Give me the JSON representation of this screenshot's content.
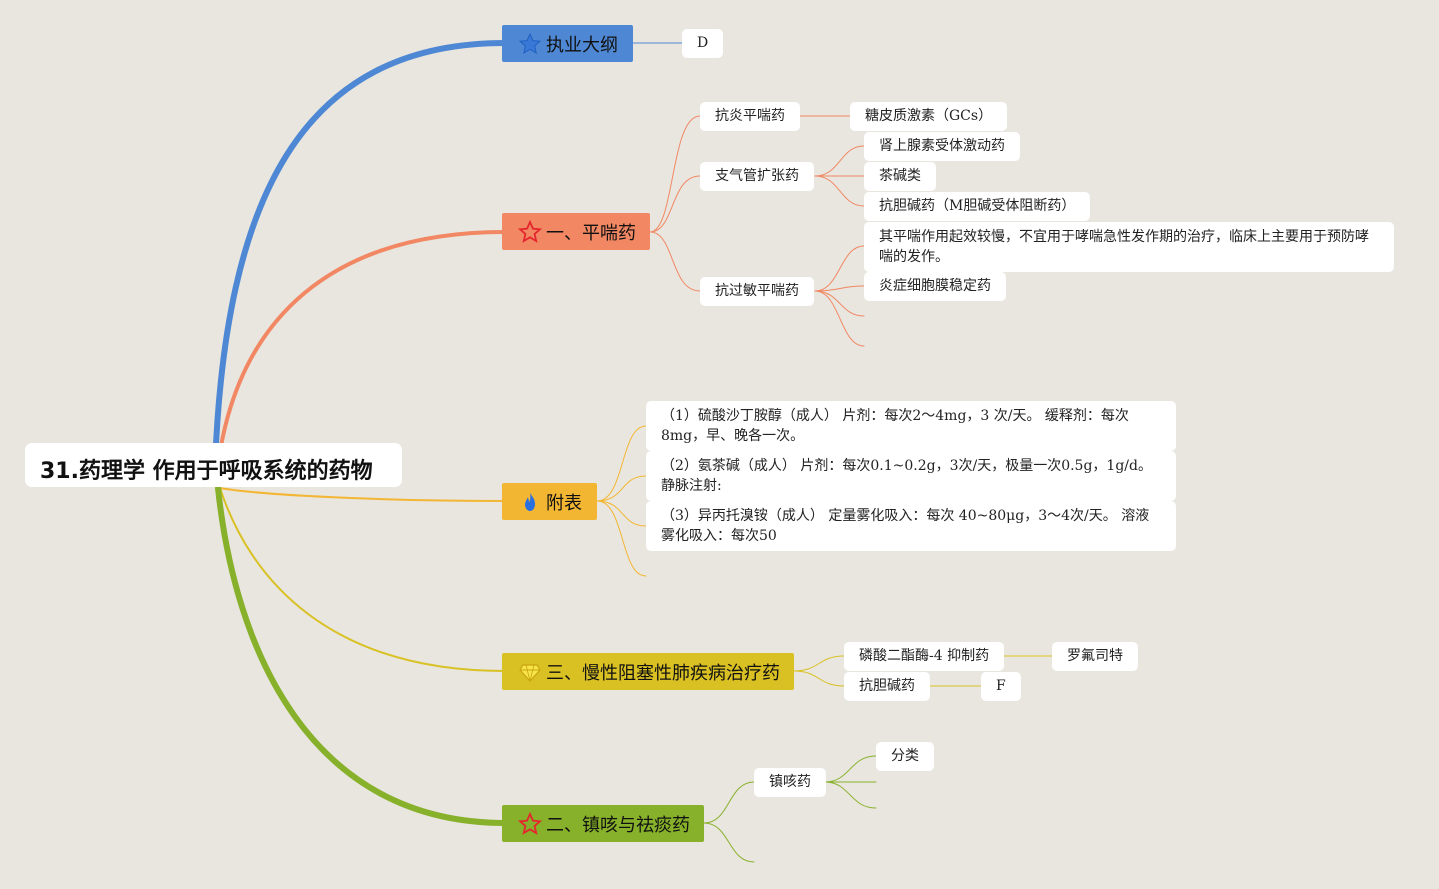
{
  "root": {
    "title": "31.药理学 作用于呼吸系统的药物"
  },
  "colors": {
    "blue": "#4e88d4",
    "orange": "#f18763",
    "yellow": "#f3b632",
    "olive": "#d9c124",
    "green": "#87b12a",
    "background": "#e9e6df"
  },
  "branches": {
    "outline": {
      "label": "执业大纲",
      "icon": "star-icon",
      "children": [
        "D"
      ]
    },
    "antiasthmatic": {
      "label": "一、平喘药",
      "icon": "star-outline-icon",
      "anti_inflammatory": {
        "label": "抗炎平喘药",
        "children": [
          "糖皮质激素（GCs）"
        ]
      },
      "bronchodilator": {
        "label": "支气管扩张药",
        "children": [
          "肾上腺素受体激动药",
          "茶碱类",
          "抗胆碱药（M胆碱受体阻断药）"
        ]
      },
      "anti_allergic": {
        "label": "抗过敏平喘药",
        "children": [
          "其平喘作用起效较慢，不宜用于哮喘急性发作期的治疗，临床上主要用于预防哮喘的发作。",
          "炎症细胞膜稳定药"
        ]
      }
    },
    "appendix": {
      "label": "附表",
      "icon": "flame-icon",
      "children": [
        "（1）硫酸沙丁胺醇（成人） 片剂：每次2～4mg，3 次/天。 缓释剂：每次8mg，早、晚各一次。",
        "（2）氨茶碱（成人） 片剂：每次0.1~0.2g，3次/天，极量一次0.5g，1g/d。 静脉注射:",
        "（3）异丙托溴铵（成人） 定量雾化吸入：每次 40~80μg，3～4次/天。 溶液雾化吸入：每次50"
      ]
    },
    "copd": {
      "label": "三、慢性阻塞性肺疾病治疗药",
      "icon": "diamond-icon",
      "pde4": {
        "label": "磷酸二酯酶-4 抑制药",
        "children": [
          "罗氟司特"
        ]
      },
      "anticholinergic": {
        "label": "抗胆碱药",
        "children": [
          "F"
        ]
      }
    },
    "antitussive": {
      "label": "二、镇咳与祛痰药",
      "icon": "star-outline-icon",
      "cough": {
        "label": "镇咳药",
        "children": [
          "分类"
        ]
      }
    }
  }
}
